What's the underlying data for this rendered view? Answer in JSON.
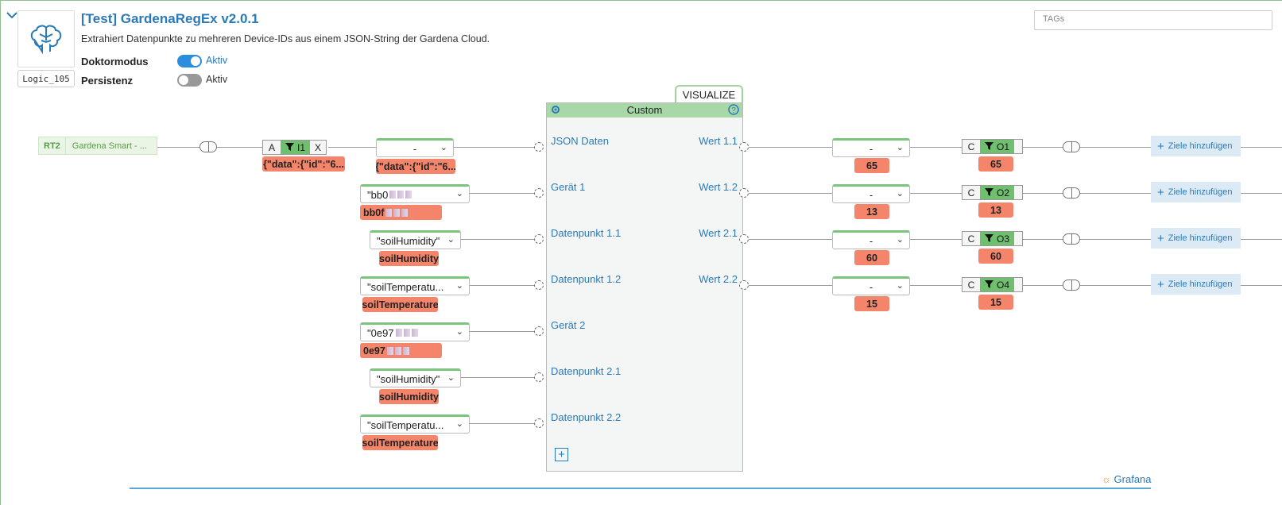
{
  "header": {
    "title": "[Test] GardenaRegEx v2.0.1",
    "description": "Extrahiert Datenpunkte zu mehreren Device-IDs aus einem JSON-String der Gardena Cloud.",
    "logic_id": "Logic_105",
    "doctor_label": "Doktormodus",
    "doctor_state": "Aktiv",
    "persist_label": "Persistenz",
    "persist_state": "Aktiv",
    "tags_placeholder": "TAGs"
  },
  "block": {
    "visualize": "VISUALIZE",
    "name": "Custom",
    "inputs": [
      "JSON Daten",
      "Gerät 1",
      "Datenpunkt 1.1",
      "Datenpunkt 1.2",
      "Gerät 2",
      "Datenpunkt 2.1",
      "Datenpunkt 2.2"
    ],
    "outputs": [
      "Wert 1.1",
      "Wert 1.2",
      "Wert 2.1",
      "Wert 2.2"
    ]
  },
  "source": {
    "code": "RT2",
    "name": "Gardena Smart - ..."
  },
  "input_io": {
    "left": "A",
    "label": "I1",
    "right": "X",
    "value": "{\"data\":{\"id\":\"6..."
  },
  "json_selector": {
    "label": "-",
    "value": "{\"data\":{\"id\":\"6..."
  },
  "input_selectors": [
    {
      "label": "\"bb0",
      "value": "bb0f"
    },
    {
      "label": "\"soilHumidity\"",
      "value": "soilHumidity"
    },
    {
      "label": "\"soilTemperatu...",
      "value": "soilTemperature"
    },
    {
      "label": "\"0e97",
      "value": "0e97"
    },
    {
      "label": "\"soilHumidity\"",
      "value": "soilHumidity"
    },
    {
      "label": "\"soilTemperatu...",
      "value": "soilTemperature"
    }
  ],
  "outputs": [
    {
      "sel": "-",
      "value": "65",
      "c": "C",
      "io": "O1",
      "io_value": "65",
      "target": "Ziele hinzufügen"
    },
    {
      "sel": "-",
      "value": "13",
      "c": "C",
      "io": "O2",
      "io_value": "13",
      "target": "Ziele hinzufügen"
    },
    {
      "sel": "-",
      "value": "60",
      "c": "C",
      "io": "O3",
      "io_value": "60",
      "target": "Ziele hinzufügen"
    },
    {
      "sel": "-",
      "value": "15",
      "c": "C",
      "io": "O4",
      "io_value": "15",
      "target": "Ziele hinzufügen"
    }
  ],
  "footer": {
    "grafana": "Grafana"
  },
  "colors": {
    "accent": "#2a7ab8",
    "value_bg": "#f4846a",
    "green": "#6fbf6f",
    "toggle_on": "#2a8de0",
    "toggle_off": "#999999"
  }
}
